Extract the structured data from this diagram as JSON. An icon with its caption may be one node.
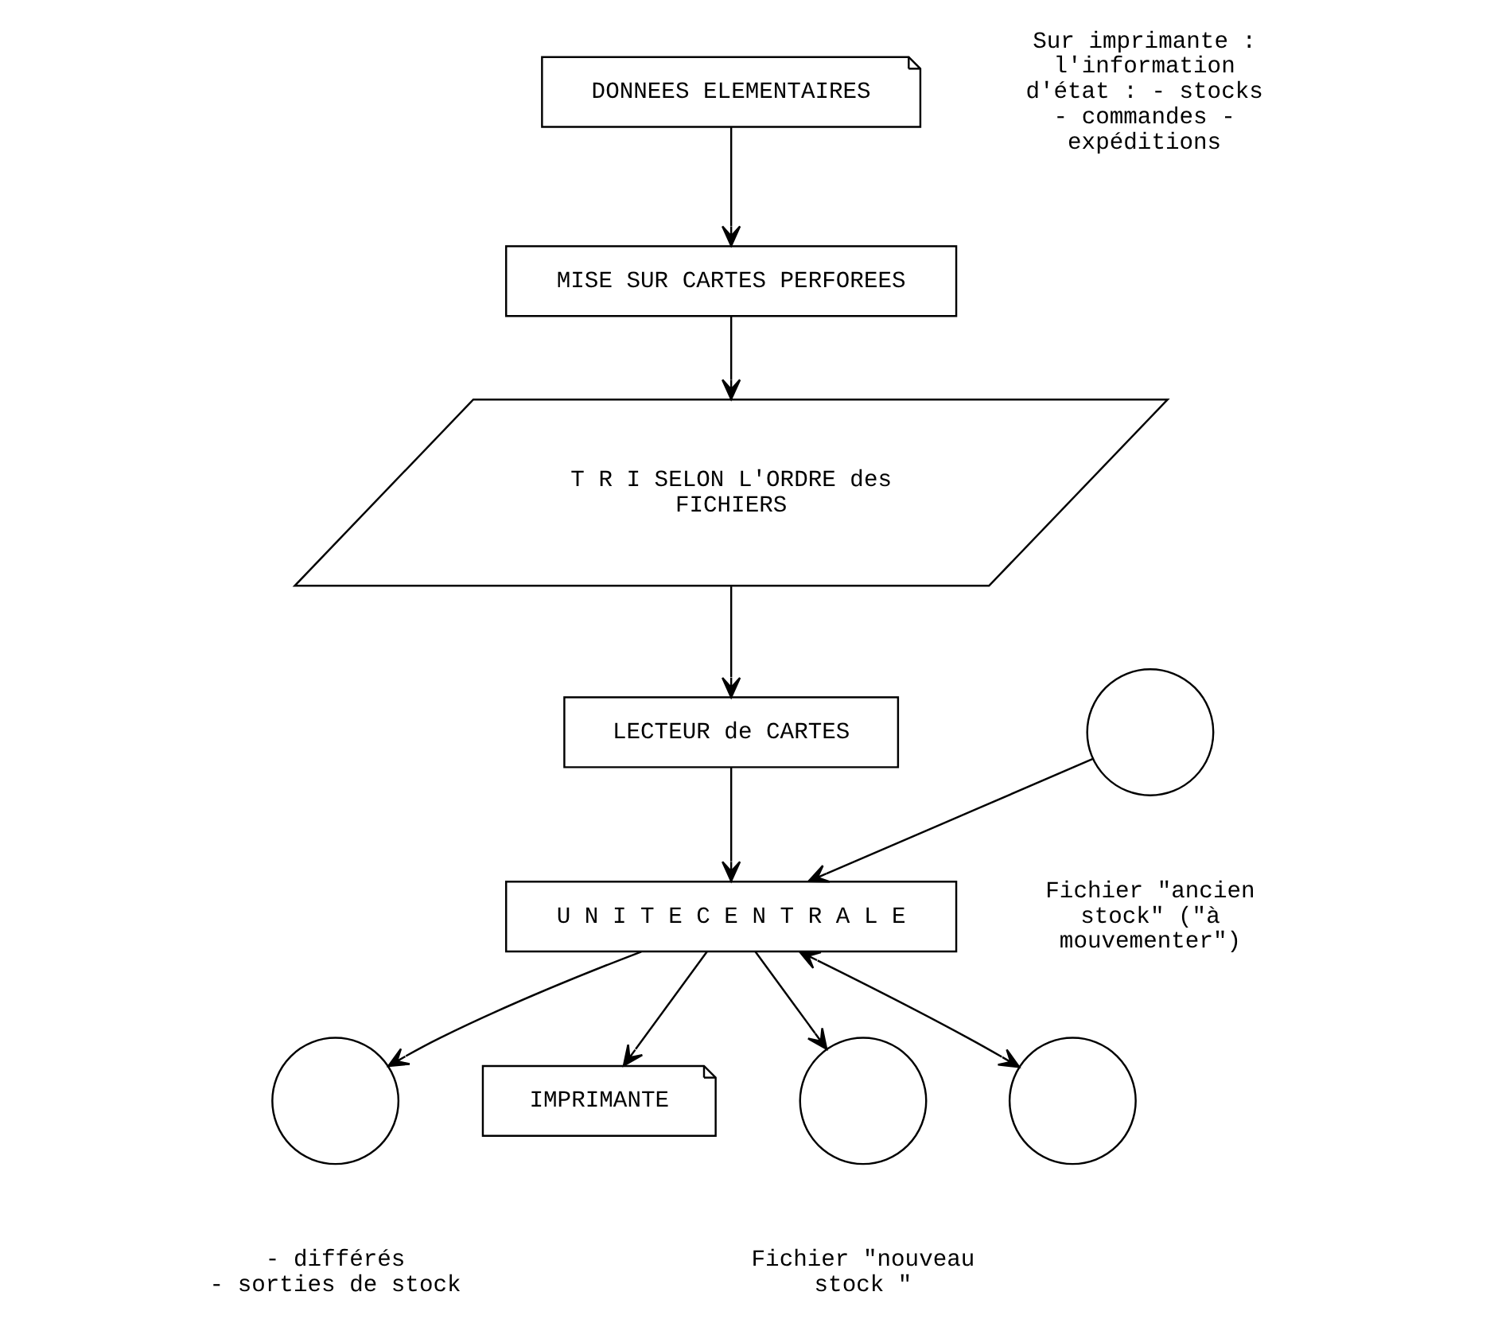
{
  "diagram": {
    "nodes": [
      {
        "text": [
          "DONNEES ELEMENTAIRES"
        ]
      },
      {
        "text": [],
        "shape": "circle",
        "beside": [
          "- différés",
          "- sorties de stock"
        ]
      },
      {
        "text": [
          "MISE SUR CARTES PERFOREES"
        ]
      },
      {
        "text": [
          "IMPRIMANTE"
        ]
      },
      {
        "text": [],
        "shape": "circle",
        "beside": [
          "Fichier \"ancien stock\" (\"à mouvementer\")"
        ]
      },
      {
        "text": [
          "T R I SELON L'ORDRE des FICHIERS"
        ]
      },
      {
        "text": [],
        "shape": "circle",
        "beside": [
          "Fichier \"nouveau stock \""
        ]
      },
      {
        "text": [
          "U N I T E C E N T R A L E"
        ]
      },
      {
        "text": [
          "LECTEUR de CARTES"
        ]
      },
      {
        "text": [],
        "shape": "circle"
      }
    ],
    "edges": [
      {
        "from": 0,
        "to": 2,
        "arrow": "to"
      },
      {
        "from": 2,
        "to": 5,
        "arrow": "to"
      },
      {
        "from": 5,
        "to": 8,
        "arrow": "to"
      },
      {
        "from": 8,
        "to": 7,
        "arrow": "to"
      },
      {
        "from": 7,
        "to": 1,
        "arrow": "to"
      },
      {
        "from": 7,
        "to": 3,
        "arrow": "to"
      },
      {
        "from": 4,
        "to": 7,
        "arrow": "to"
      },
      {
        "from": 7,
        "to": 6,
        "arrow": "to"
      },
      {
        "from": 7,
        "to": 9,
        "arrow": "both"
      }
    ],
    "labels": [
      "Sur imprimante : l'information d'état : - stocks - commandes - expéditions"
    ]
  }
}
